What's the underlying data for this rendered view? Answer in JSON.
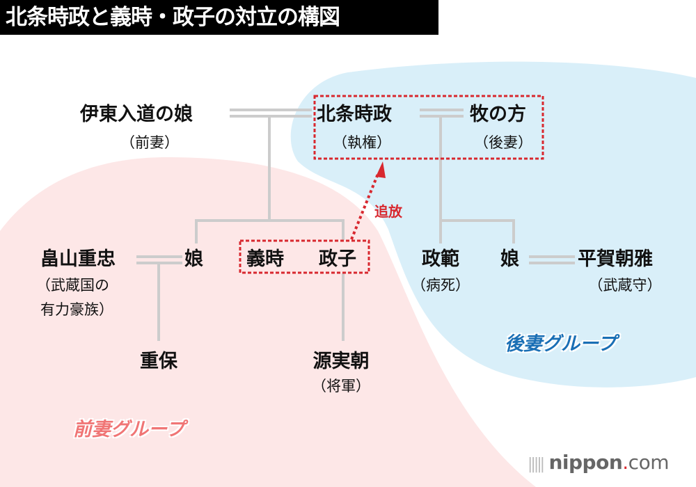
{
  "title": "北条時政と義時・政子の対立の構図",
  "colors": {
    "former_group": "#fde7e7",
    "latter_group": "#d9eff9",
    "line": "#cccccc",
    "accent_red": "#d8282f",
    "former_label": "#f07575",
    "latter_label": "#1a6fb5"
  },
  "people": {
    "ito_daughter": {
      "name": "伊東入道の娘",
      "note": "（前妻）"
    },
    "tokimasa": {
      "name": "北条時政",
      "note": "（執権）"
    },
    "maki": {
      "name": "牧の方",
      "note": "（後妻）"
    },
    "hatakeyama": {
      "name": "畠山重忠",
      "note1": "（武蔵国の",
      "note2": "有力豪族）"
    },
    "daughter1": {
      "name": "娘"
    },
    "yoshitoki": {
      "name": "義時"
    },
    "masako": {
      "name": "政子"
    },
    "masanori": {
      "name": "政範",
      "note": "（病死）"
    },
    "daughter2": {
      "name": "娘"
    },
    "hiraga": {
      "name": "平賀朝雅",
      "note": "（武蔵守）"
    },
    "shigeyasu": {
      "name": "重保"
    },
    "sanetomo": {
      "name": "源実朝",
      "note": "（将軍）"
    }
  },
  "arrow_label": "追放",
  "groups": {
    "former": "前妻グループ",
    "latter": "後妻グループ"
  },
  "logo": {
    "main": "nippon",
    "dot": ".",
    "suffix": "com"
  }
}
